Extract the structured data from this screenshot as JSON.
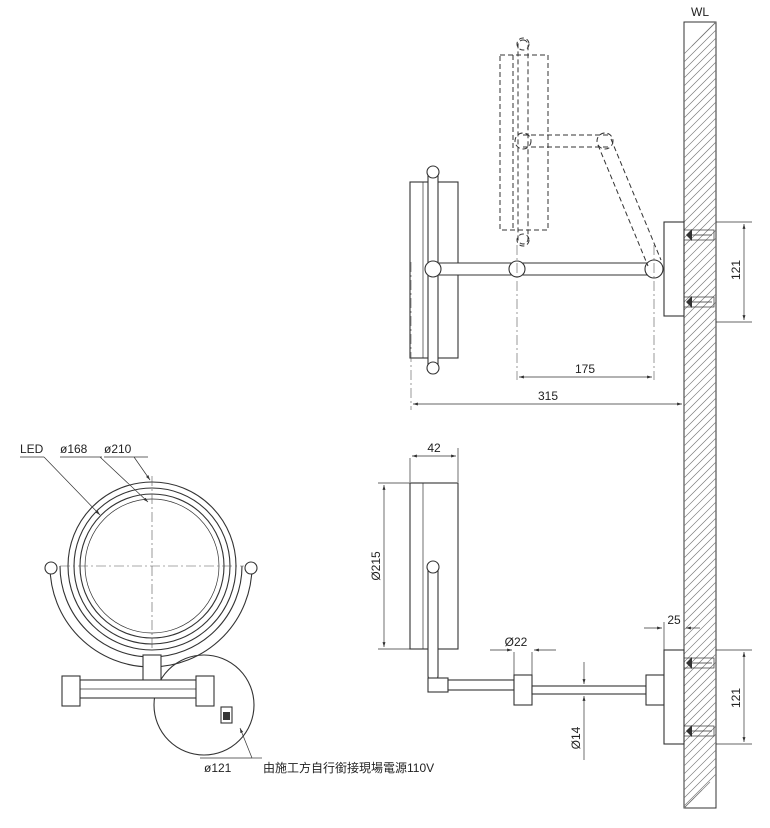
{
  "wall_label": "WL",
  "dimensions": {
    "side_top_height": "121",
    "arm_inner": "175",
    "arm_total": "315",
    "mirror_depth": "42",
    "mirror_dia": "Ø215",
    "arm_joint_dia": "Ø22",
    "arm_tube_dia": "Ø14",
    "bracket_offset": "25",
    "side_bottom_height": "121"
  },
  "front_view": {
    "led_label": "LED",
    "inner_dia": "ø168",
    "outer_dia": "ø210",
    "base_dia": "ø121",
    "power_note": "由施工方自行銜接現場電源110V"
  }
}
